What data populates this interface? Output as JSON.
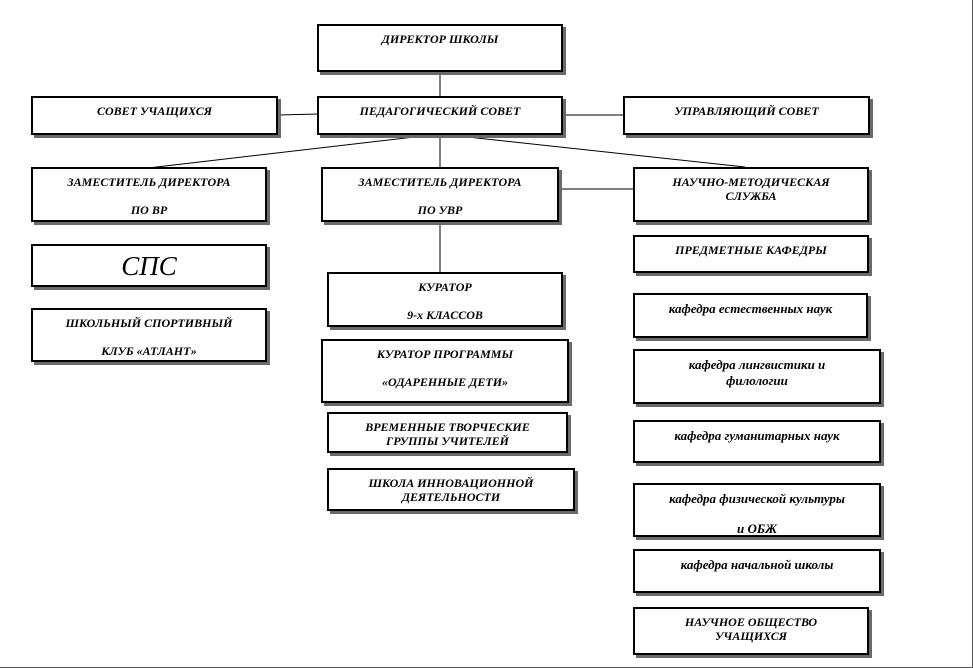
{
  "boxes": {
    "director": "ДИРЕКТОР ШКОЛЫ",
    "student_council": "СОВЕТ УЧАЩИХСЯ",
    "ped_council": "ПЕДАГОГИЧЕСКИЙ СОВЕТ",
    "governing_council": "УПРАВЛЯЮЩИЙ  СОВЕТ",
    "deputy_vr": [
      "ЗАМЕСТИТЕЛЬ  ДИРЕКТОРА",
      "ПО ВР"
    ],
    "deputy_uvr": [
      "ЗАМЕСТИТЕЛЬ  ДИРЕКТОРА",
      "ПО УВР"
    ],
    "methodical": [
      "НАУЧНО-МЕТОДИЧЕСКАЯ",
      "СЛУЖБА"
    ],
    "sps": "СПС",
    "sport_club": [
      "ШКОЛЬНЫЙ СПОРТИВНЫЙ",
      "КЛУБ «АТЛАНТ»"
    ],
    "curator9": [
      "КУРАТОР",
      "9-х КЛАССОВ"
    ],
    "gifted": [
      "КУРАТОР ПРОГРАММЫ",
      "«ОДАРЕННЫЕ ДЕТИ»"
    ],
    "creative_groups": [
      "ВРЕМЕННЫЕ ТВОРЧЕСКИЕ",
      "ГРУППЫ УЧИТЕЛЕЙ"
    ],
    "innovation": [
      "ШКОЛА ИННОВАЦИОННОЙ",
      "ДЕЯТЕЛЬНОСТИ"
    ],
    "subject_depts": "ПРЕДМЕТНЫЕ КАФЕДРЫ",
    "dept_science": "кафедра естественных наук",
    "dept_linguistics": [
      "кафедра лингвистики и",
      "филологии"
    ],
    "dept_humanities": "кафедра гуманитарных наук",
    "dept_pe": [
      "кафедра физической культуры",
      "и ОБЖ"
    ],
    "dept_primary": "кафедра начальной школы",
    "sci_society": [
      "НАУЧНОЕ ОБЩЕСТВО",
      "УЧАЩИХСЯ"
    ]
  }
}
